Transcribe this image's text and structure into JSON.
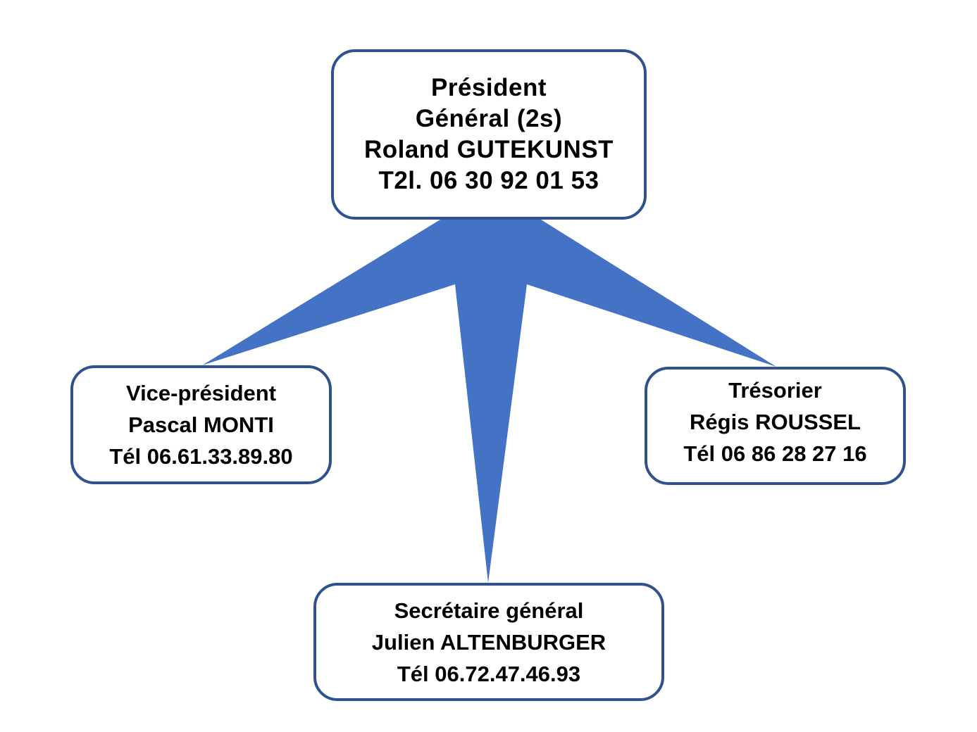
{
  "colors": {
    "connector_fill": "#4472c4",
    "box_border": "#2f528f",
    "box_fill": "#ffffff",
    "text": "#000000"
  },
  "president": {
    "lines": [
      "Président",
      "Général (2s)",
      "Roland GUTEKUNST",
      "T2l. 06 30 92 01 53"
    ]
  },
  "vice_president": {
    "lines": [
      "Vice-président",
      "Pascal MONTI",
      "Tél 06.61.33.89.80"
    ]
  },
  "tresorier": {
    "lines": [
      "Trésorier",
      "Régis ROUSSEL",
      "Tél 06 86 28 27 16"
    ]
  },
  "secretaire": {
    "lines": [
      "Secrétaire général",
      "Julien ALTENBURGER",
      "Tél 06.72.47.46.93"
    ]
  }
}
